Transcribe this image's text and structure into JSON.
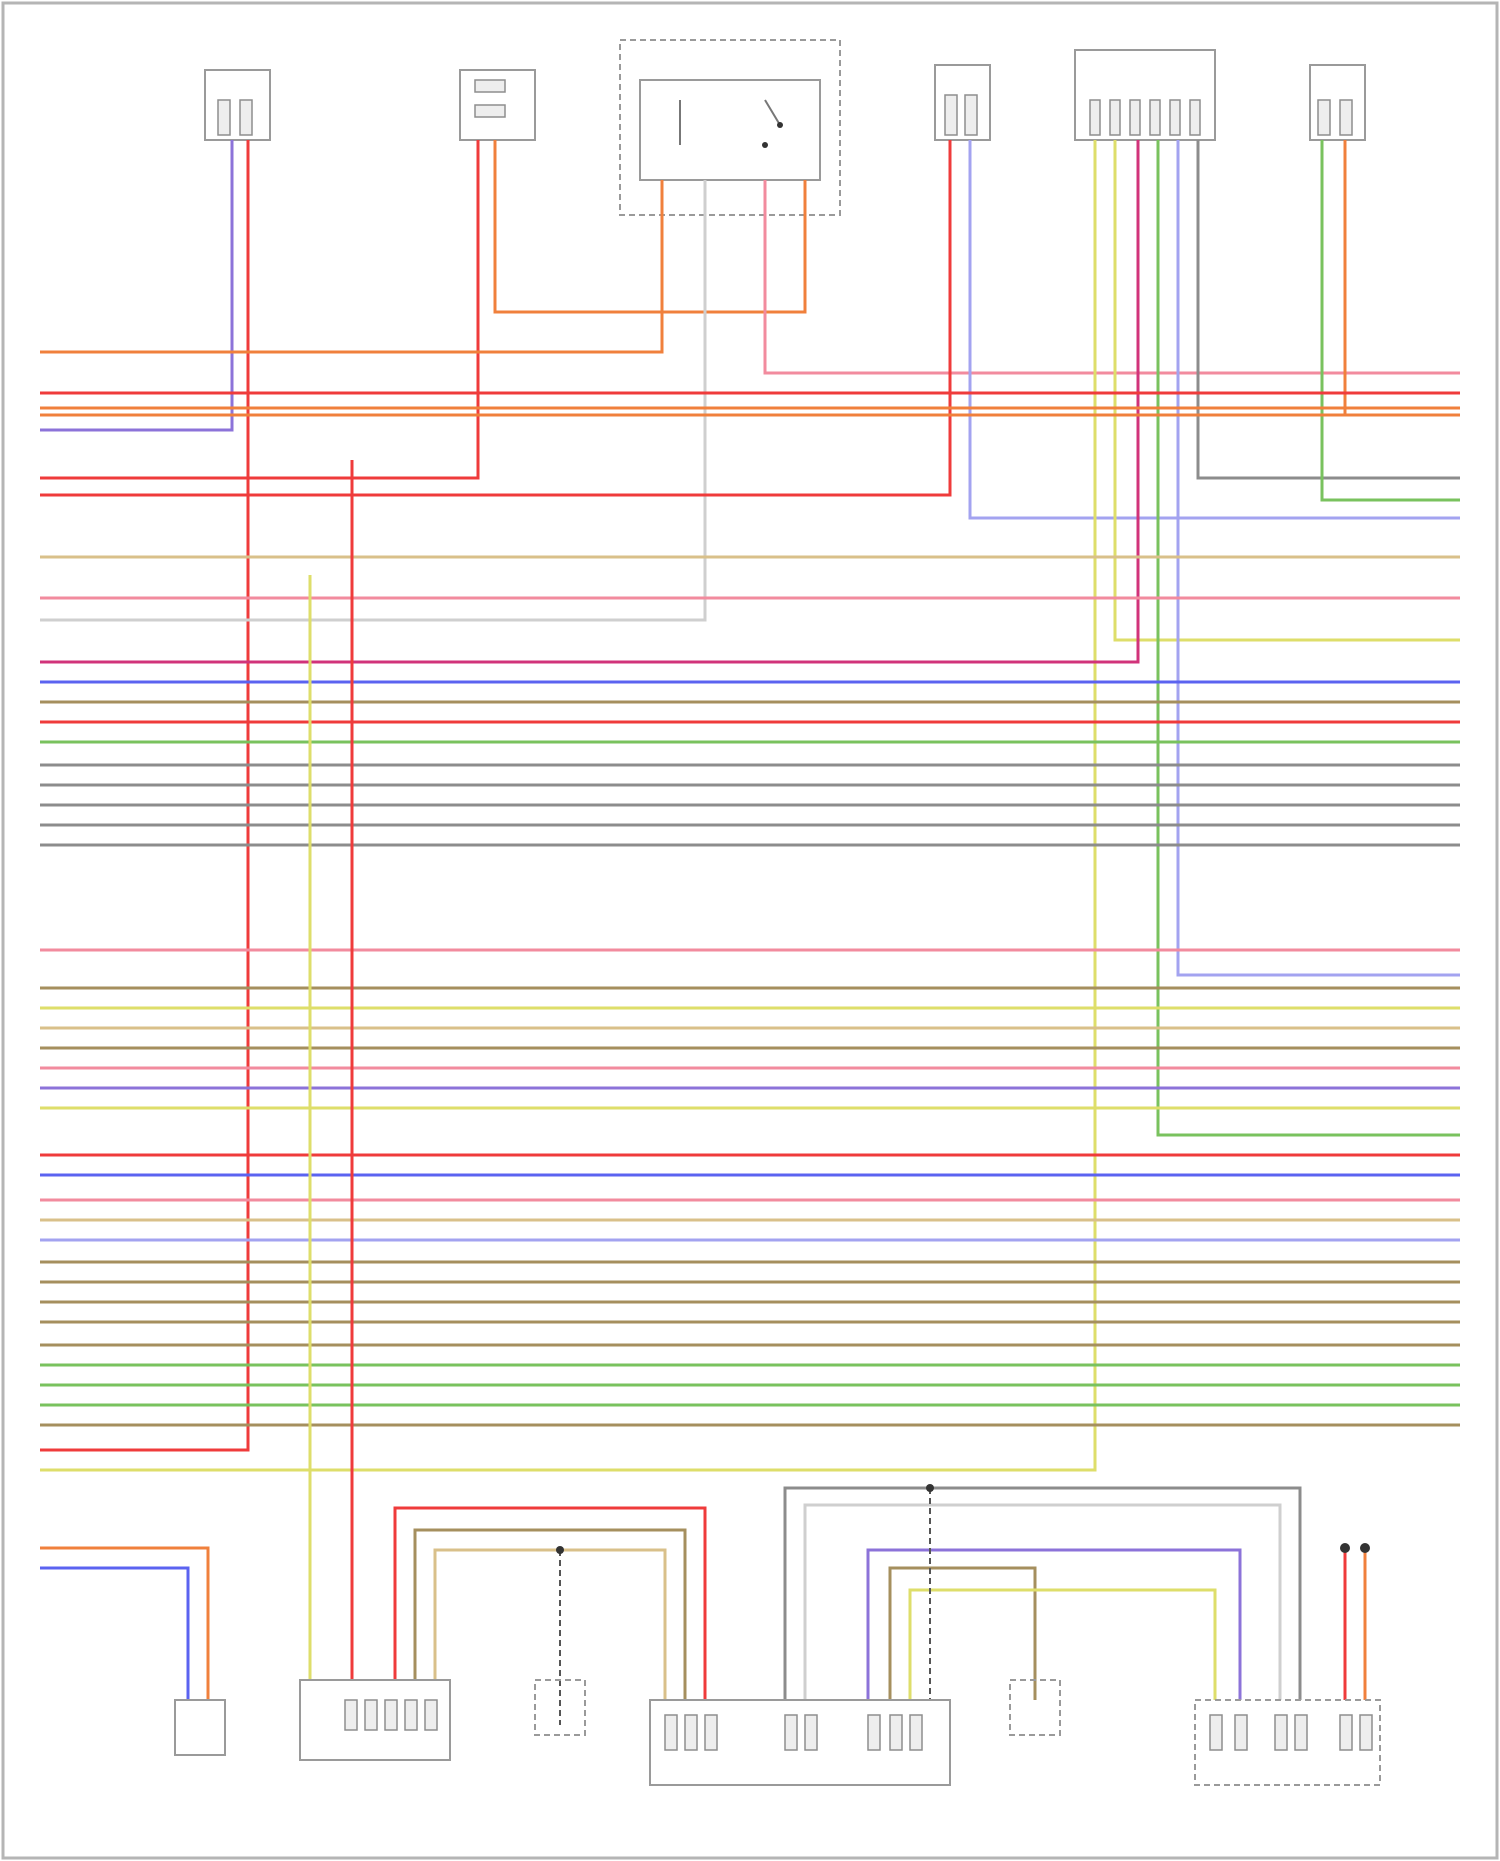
{
  "title": "",
  "footer": "",
  "colors": {
    "frame": "#b5b5b5",
    "red": "#ef3b3b",
    "orange": "#f0803c",
    "pink": "#f28b9e",
    "purple": "#8c73d9",
    "blue": "#5b63f0",
    "yellow": "#dede6a",
    "green": "#79c25e",
    "gray": "#8c8c8c",
    "light_gray": "#cfcfcf",
    "brown": "#a58f5e",
    "tan": "#d9c08a",
    "magenta": "#d1337a"
  },
  "components": [
    {
      "id": "top-1",
      "label": ""
    },
    {
      "id": "top-2",
      "label": ""
    },
    {
      "id": "top-3",
      "label": ""
    },
    {
      "id": "top-4",
      "label": ""
    },
    {
      "id": "top-5",
      "label": ""
    },
    {
      "id": "top-6",
      "label": ""
    },
    {
      "id": "bottom-1",
      "label": ""
    },
    {
      "id": "bottom-2",
      "label": ""
    },
    {
      "id": "bottom-3",
      "label": ""
    },
    {
      "id": "bottom-4",
      "label": ""
    },
    {
      "id": "bottom-5",
      "label": ""
    },
    {
      "id": "bottom-6",
      "label": ""
    }
  ]
}
